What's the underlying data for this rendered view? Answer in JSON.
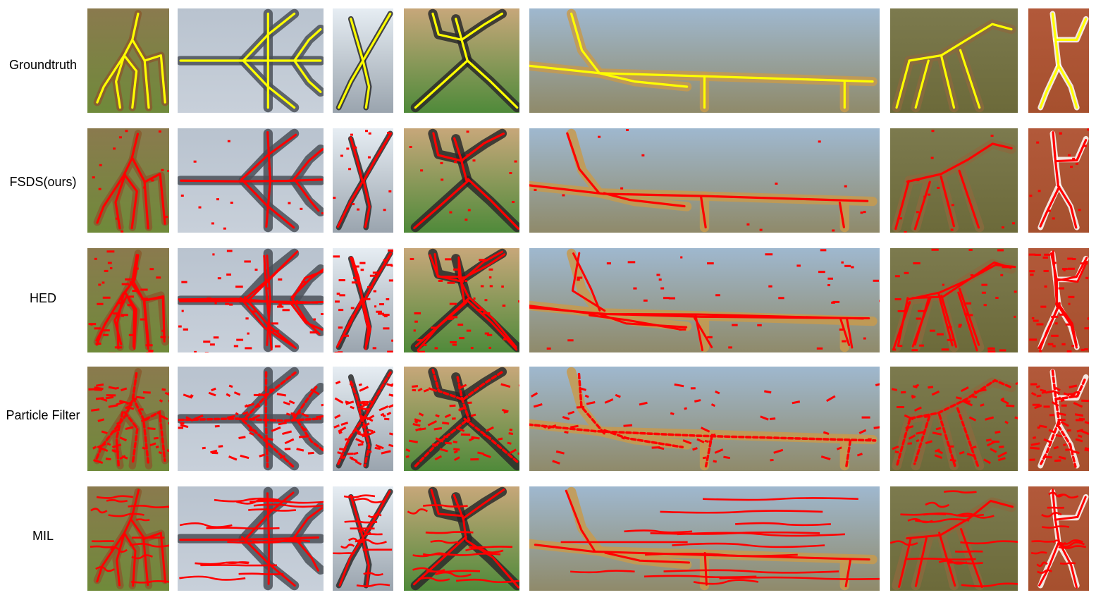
{
  "figure": {
    "rows": [
      {
        "label": "Groundtruth",
        "overlay": "yellow-skeleton"
      },
      {
        "label": "FSDS(ours)",
        "overlay": "red-skeleton"
      },
      {
        "label": "HED",
        "overlay": "red-skeleton"
      },
      {
        "label": "Particle Filter",
        "overlay": "red-skeleton"
      },
      {
        "label": "MIL",
        "overlay": "red-skeleton"
      }
    ],
    "columns": [
      {
        "subject": "giraffe-grazing"
      },
      {
        "subject": "fighter-jet"
      },
      {
        "subject": "person-climbing"
      },
      {
        "subject": "baseball-pitcher"
      },
      {
        "subject": "passenger-airplane"
      },
      {
        "subject": "giraffe-walking"
      },
      {
        "subject": "tennis-player"
      }
    ],
    "colors": {
      "groundtruth": "#ffff00",
      "prediction": "#ff0000"
    }
  }
}
